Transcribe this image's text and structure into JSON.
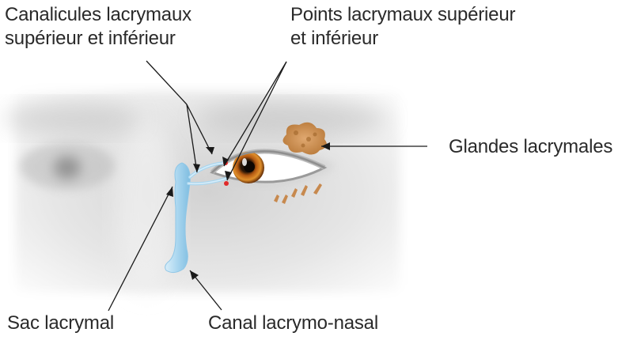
{
  "labels": {
    "canalicules": "Canalicules lacrymaux\nsupérieur et inférieur",
    "points": "Points lacrymaux supérieur\net inférieur",
    "glandes": "Glandes lacrymales",
    "sac": "Sac lacrymal",
    "canal": "Canal lacrymo-nasal"
  },
  "colors": {
    "leader_line": "#1a1a1a",
    "lacrimal_duct": "#a9d6ef",
    "gland": "#c7894e",
    "punctum": "#e02a2a",
    "skin_shadow": "#b9b9b9"
  }
}
